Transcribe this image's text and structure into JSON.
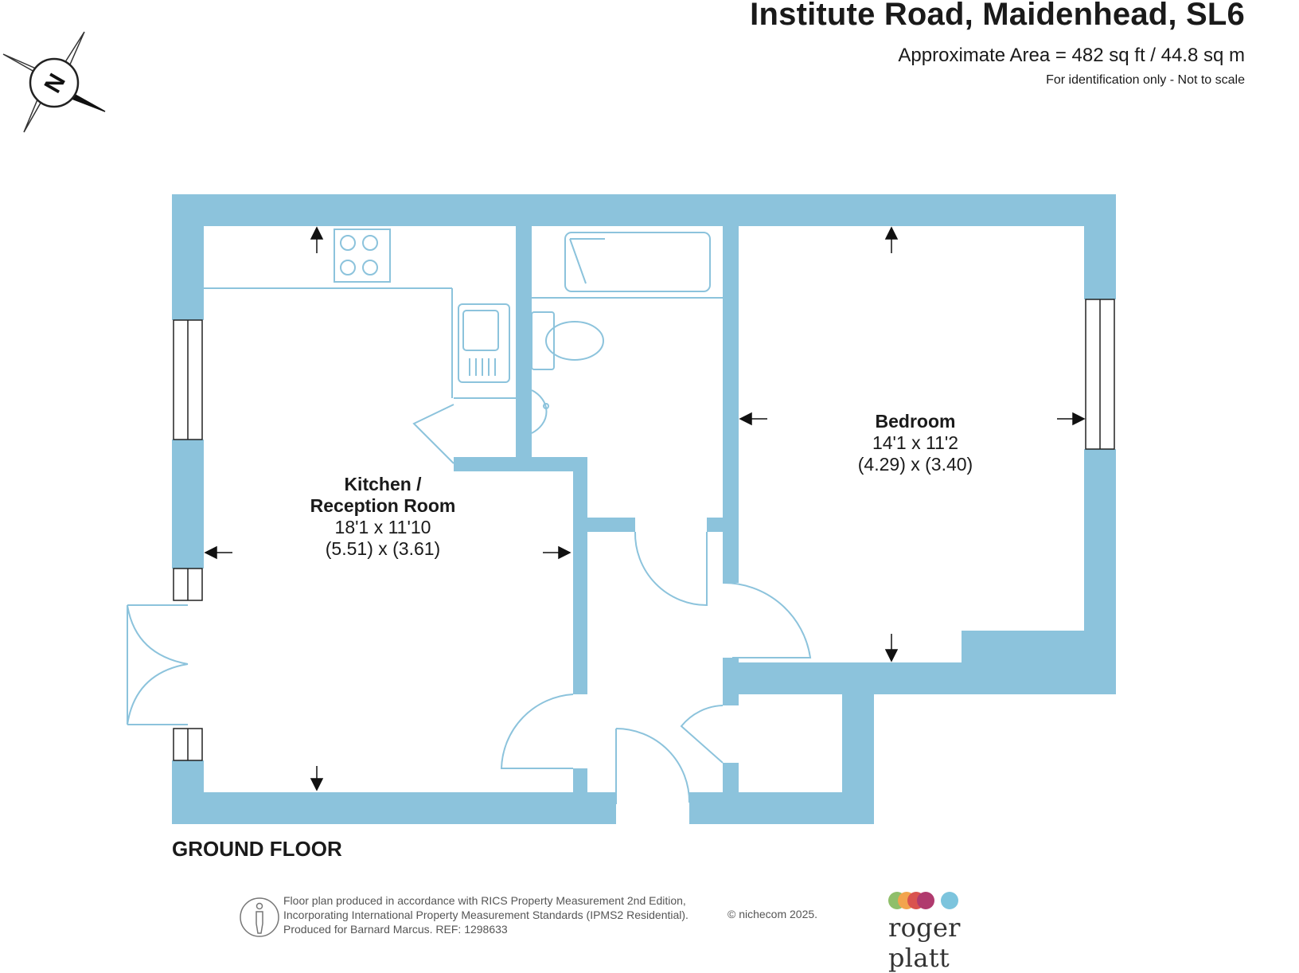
{
  "header": {
    "title": "Institute Road, Maidenhead, SL6",
    "area": "Approximate Area = 482 sq ft / 44.8 sq m",
    "note": "For identification only - Not to scale"
  },
  "compass": {
    "letter": "N"
  },
  "rooms": [
    {
      "name_line1": "Kitchen /",
      "name_line2": "Reception Room",
      "imperial": "18'1 x 11'10",
      "metric": "(5.51) x (3.61)"
    },
    {
      "name_line1": "Bedroom",
      "name_line2": "",
      "imperial": "14'1 x 11'2",
      "metric": "(4.29) x (3.40)"
    }
  ],
  "floor_label": "GROUND FLOOR",
  "footer": {
    "line1": "Floor plan produced in accordance with RICS Property Measurement 2nd Edition,",
    "line2": "Incorporating International Property Measurement Standards (IPMS2 Residential).",
    "line3": "Produced for Barnard Marcus.   REF:  1298633",
    "copyright": "© nichecom 2025."
  },
  "brand": {
    "name": "roger platt",
    "dot_colors": [
      "#8fbf6a",
      "#f2a44d",
      "#d9534f",
      "#b03a6e",
      "#7cc4dd"
    ]
  },
  "colors": {
    "wall": "#8cc3dc",
    "fixture": "#8cc3dc"
  }
}
